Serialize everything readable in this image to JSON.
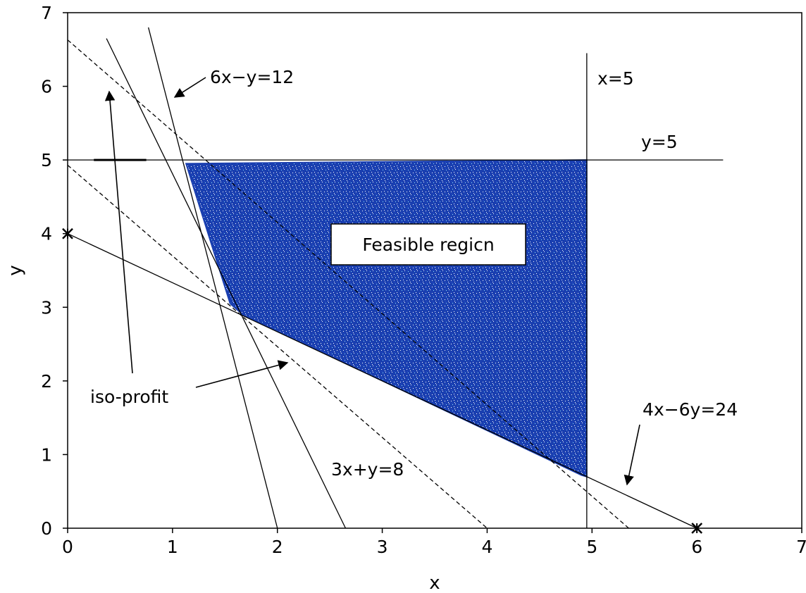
{
  "chart_data": {
    "type": "scatter",
    "title": "",
    "xlabel": "x",
    "ylabel": "y",
    "xlim": [
      0,
      7
    ],
    "ylim": [
      0,
      7
    ],
    "x_ticks": [
      "0",
      "1",
      "2",
      "3",
      "4",
      "5",
      "6",
      "7"
    ],
    "y_ticks": [
      "0",
      "1",
      "2",
      "3",
      "4",
      "5",
      "6",
      "7"
    ],
    "grid": false,
    "legend": "none",
    "feasible_region": {
      "label": "Feasible regicn",
      "color": "#1a3fb0",
      "vertices": [
        [
          1.13,
          4.95
        ],
        [
          1.55,
          3.05
        ],
        [
          1.67,
          2.9
        ],
        [
          4.9,
          0.72
        ],
        [
          4.95,
          0.7
        ],
        [
          4.95,
          5.0
        ]
      ]
    },
    "constraint_lines": [
      {
        "label": "6x−y=12",
        "points": [
          [
            0.77,
            6.8
          ],
          [
            2.0,
            0
          ]
        ]
      },
      {
        "label": "3x+y=8",
        "points": [
          [
            0.37,
            6.65
          ],
          [
            2.65,
            0
          ]
        ]
      },
      {
        "label": "x=5",
        "points": [
          [
            4.95,
            6.45
          ],
          [
            4.95,
            0
          ]
        ]
      },
      {
        "label": "y=5",
        "points": [
          [
            0,
            5.0
          ],
          [
            6.25,
            5.0
          ]
        ]
      },
      {
        "label": "4x−6y=24",
        "points": [
          [
            0,
            4.0
          ],
          [
            6.0,
            0
          ]
        ]
      }
    ],
    "iso_profit_lines": [
      {
        "points": [
          [
            0,
            6.63
          ],
          [
            5.35,
            0
          ]
        ]
      },
      {
        "points": [
          [
            0,
            4.93
          ],
          [
            4.0,
            0
          ]
        ]
      }
    ],
    "marked_points": [
      [
        0,
        4
      ],
      [
        6,
        0
      ]
    ],
    "annotations": {
      "iso_profit": "iso-profit",
      "c1": "6x−y=12",
      "c2": "3x+y=8",
      "c3": "x=5",
      "c4": "y=5",
      "c5": "4x−6y=24"
    }
  }
}
